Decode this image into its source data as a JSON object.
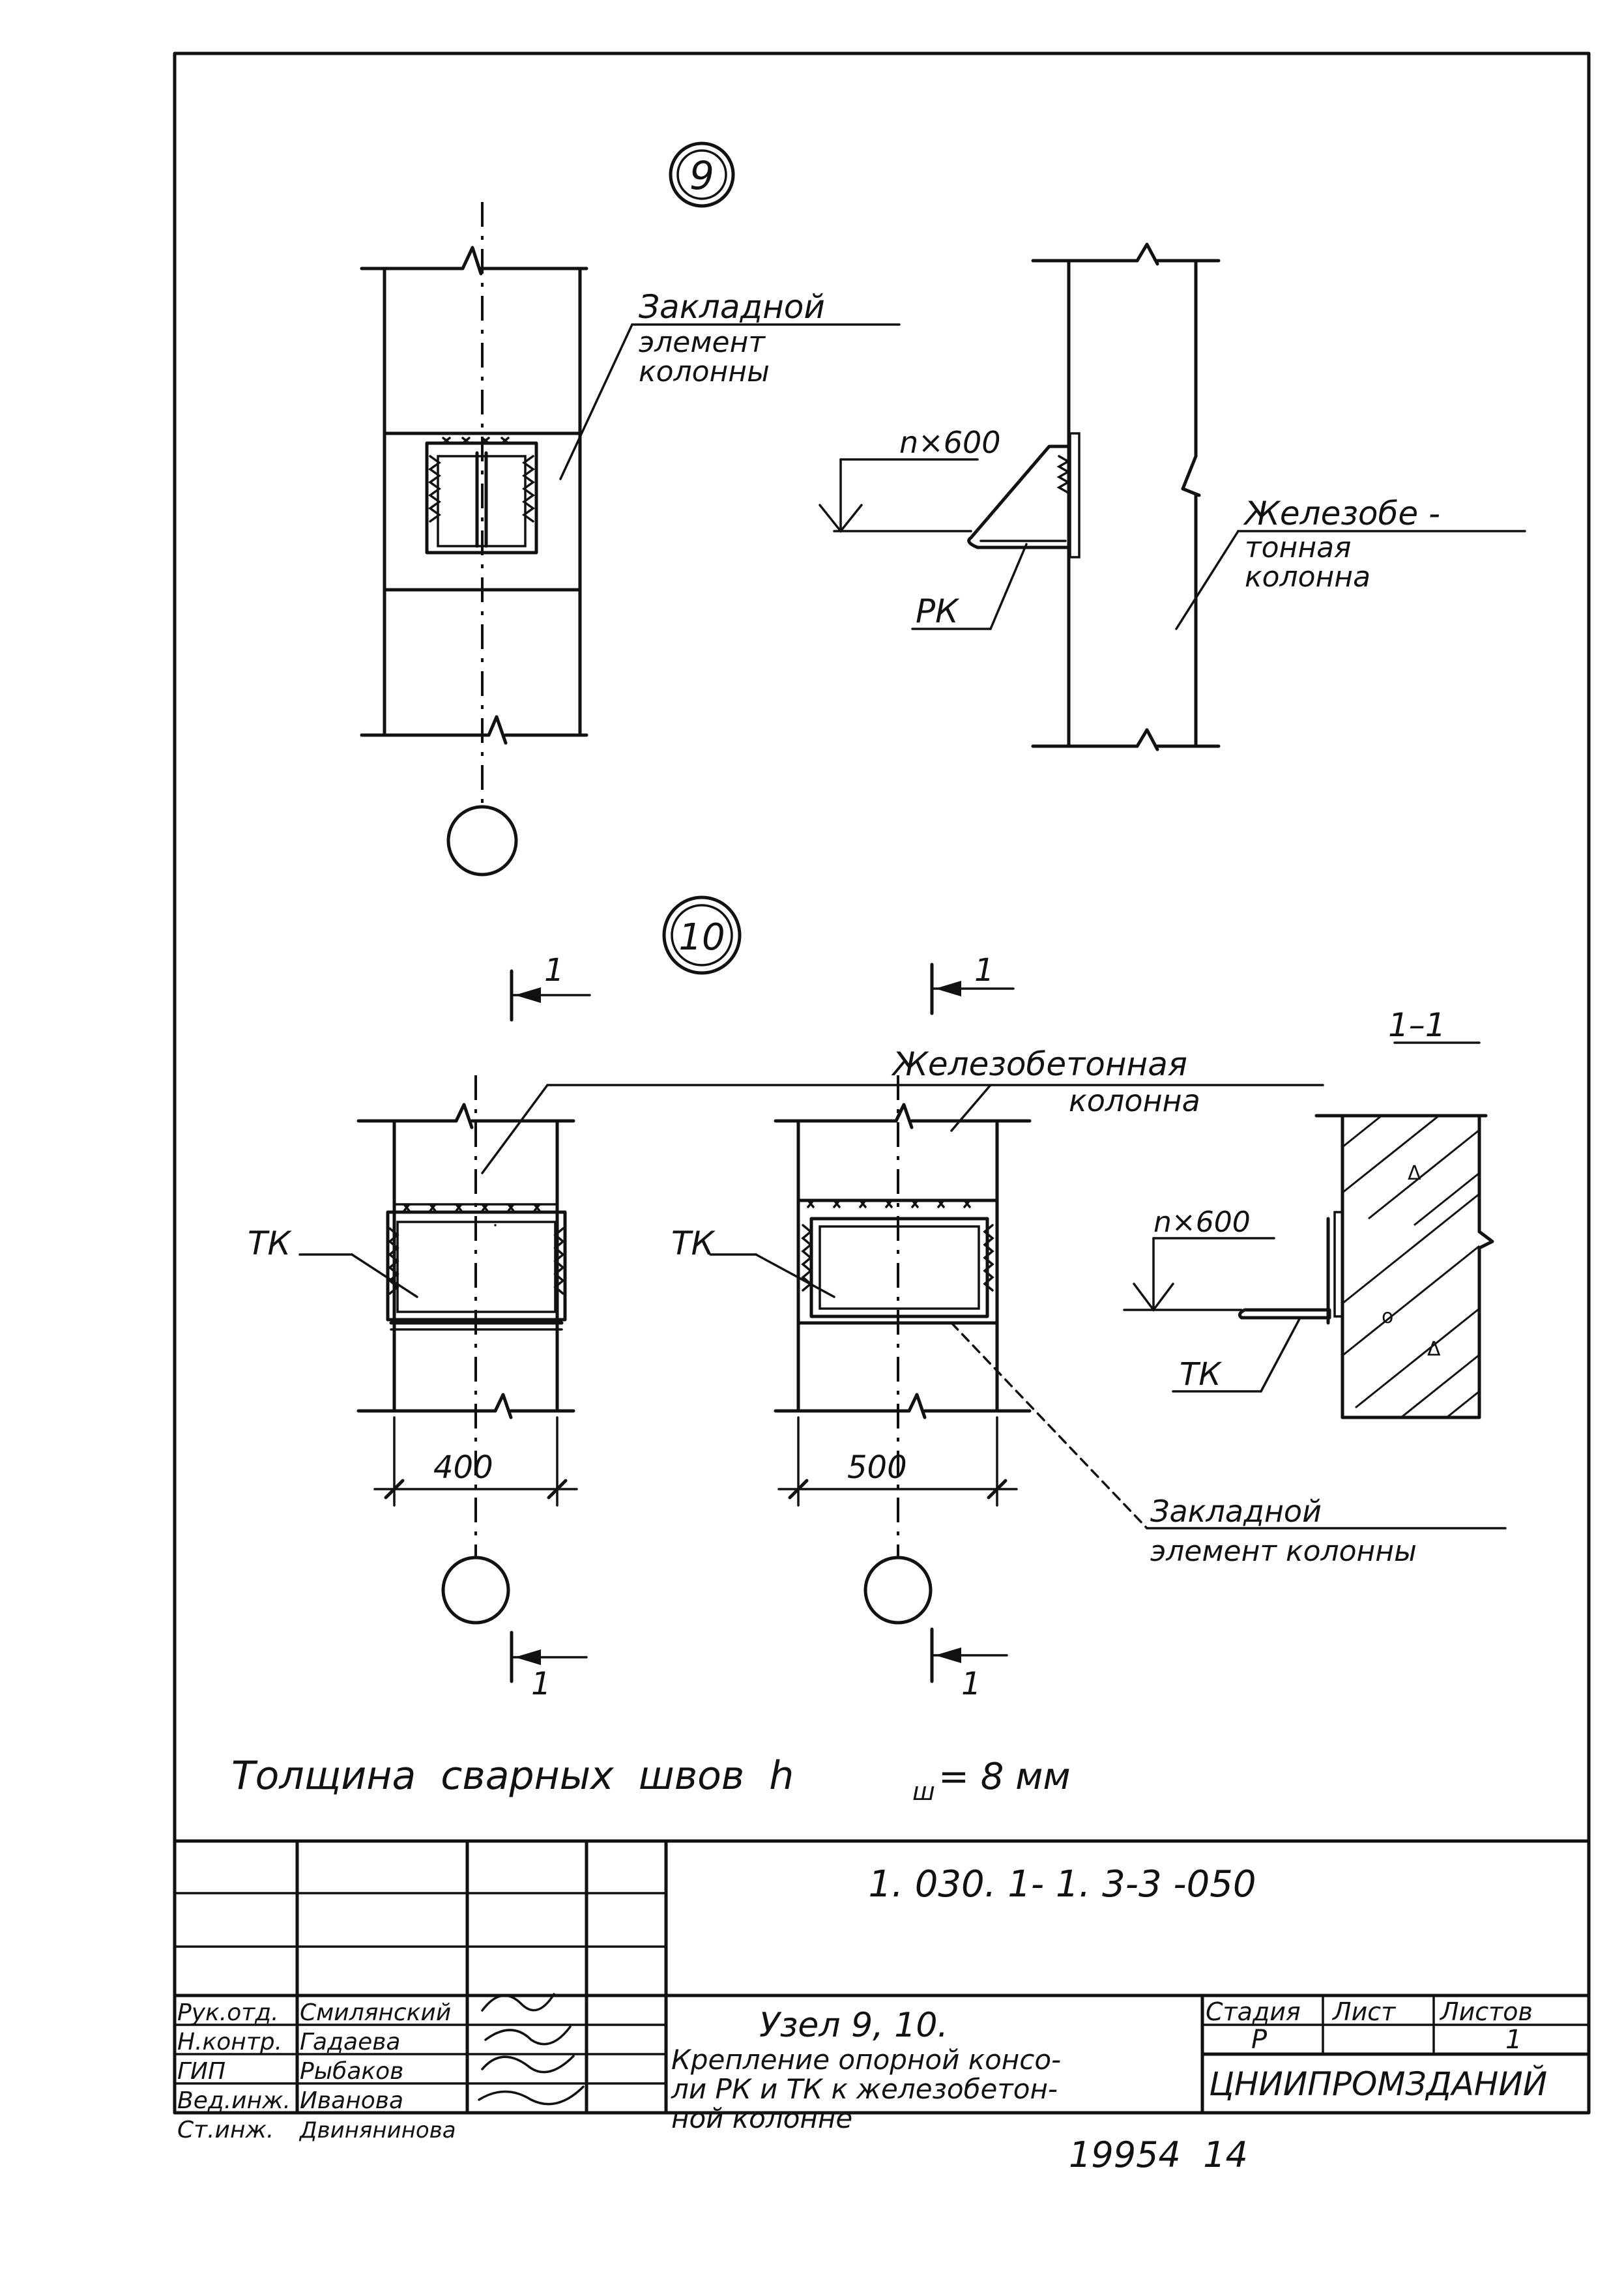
{
  "node9": {
    "marker": "9",
    "embedded_label": [
      "Закладной",
      "элемент",
      "колонны"
    ],
    "dim": "n×600",
    "console_label": "РК",
    "column_label": [
      "Железобе -",
      "тонная",
      "колонна"
    ]
  },
  "node10": {
    "marker": "10",
    "section_mark": "1",
    "column_label": [
      "Железобетонная",
      "колонна"
    ],
    "console_left": "ТК",
    "console_right": "ТК",
    "width_left": "400",
    "width_right": "500",
    "embedded_label": [
      "Закладной",
      "элемент колонны"
    ],
    "section_title": "1–1",
    "dim": "n×600",
    "section_console": "ТК"
  },
  "weld_note": "Толщина  сварных  швов  h",
  "weld_sub": "ш",
  "weld_value": "= 8 мм",
  "title_block": {
    "doc_code": "1. 030. 1- 1. 3-3 -050",
    "roles": [
      "Рук.отд.",
      "Н.контр.",
      "ГИП",
      "Вед.инж.",
      "Ст.инж."
    ],
    "names": [
      "Смилянский",
      "Гадаева",
      "Рыбаков",
      "Иванова",
      "Двинянинова"
    ],
    "title_line1": "Узел 9, 10.",
    "title_lines": [
      "Крепление опорной консо-",
      "ли РК и ТК к железобетон-",
      "ной колонне"
    ],
    "stage_header": "Стадия",
    "sheet_header": "Лист",
    "sheets_header": "Листов",
    "stage_value": "Р",
    "sheets_value": "1",
    "organization": "ЦНИИПРОМЗДАНИЙ"
  },
  "footer_number": "19954  14"
}
